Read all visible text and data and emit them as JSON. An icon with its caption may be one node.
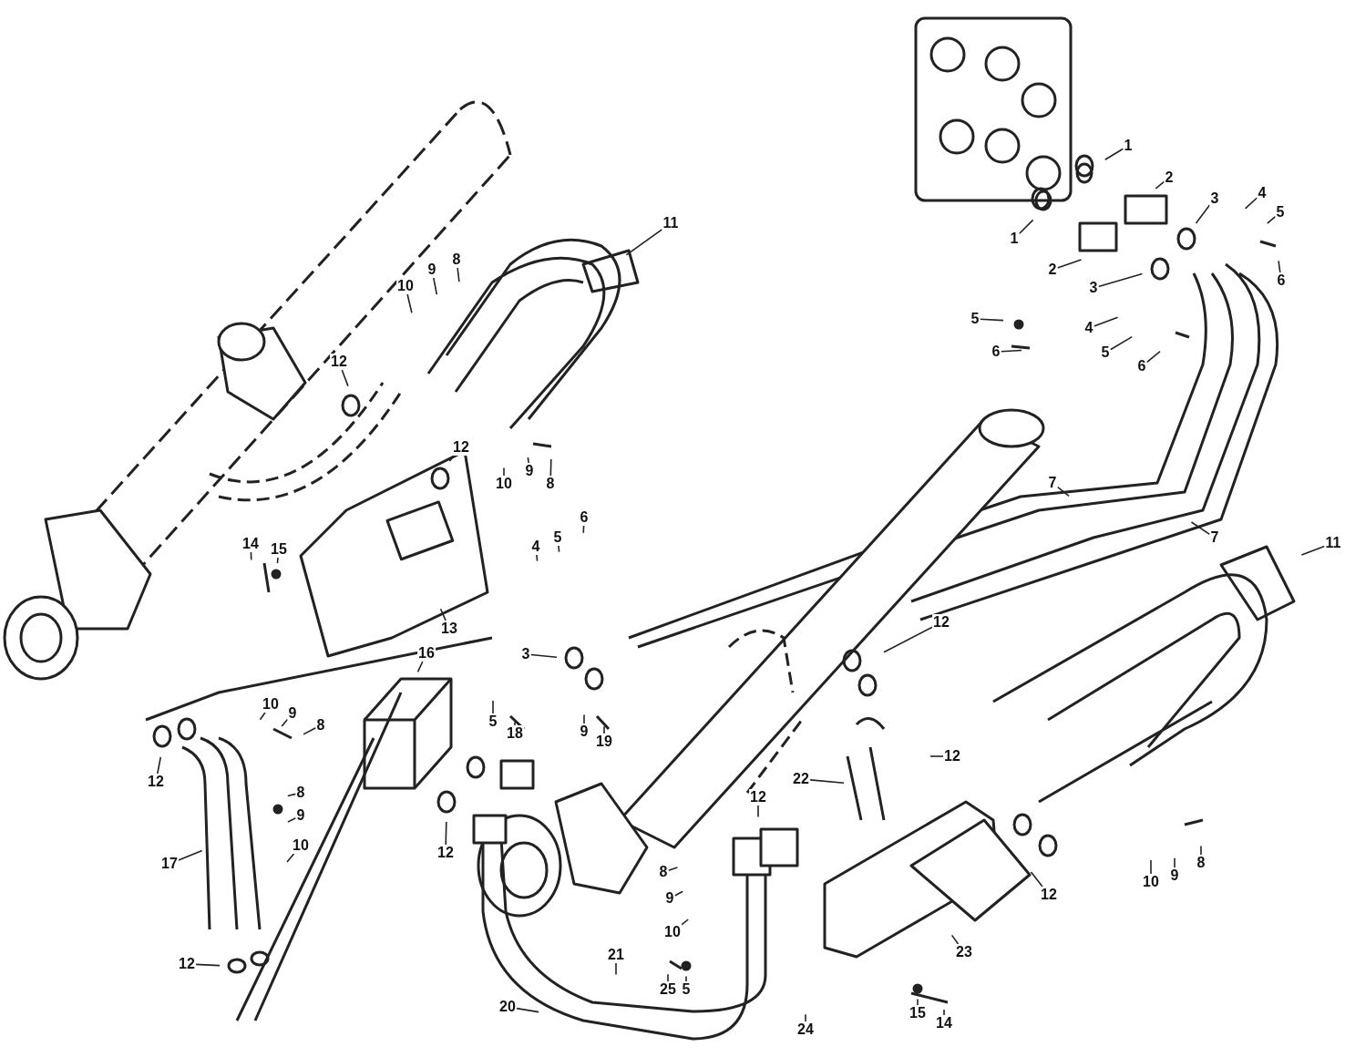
{
  "diagram": {
    "nodes": [
      {
        "text": [
          "1"
        ]
      },
      {
        "text": [
          "1"
        ]
      },
      {
        "text": [
          "2"
        ]
      },
      {
        "text": [
          "2"
        ]
      },
      {
        "text": [
          "3"
        ]
      },
      {
        "text": [
          "3"
        ]
      },
      {
        "text": [
          "4"
        ]
      },
      {
        "text": [
          "4"
        ]
      },
      {
        "text": [
          "5"
        ]
      },
      {
        "text": [
          "5"
        ]
      },
      {
        "text": [
          "5"
        ]
      },
      {
        "text": [
          "6"
        ]
      },
      {
        "text": [
          "6"
        ]
      },
      {
        "text": [
          "6"
        ]
      },
      {
        "text": [
          "7"
        ]
      },
      {
        "text": [
          "7"
        ]
      },
      {
        "text": [
          "11"
        ]
      },
      {
        "text": [
          "11"
        ]
      },
      {
        "text": [
          "8"
        ]
      },
      {
        "text": [
          "9"
        ]
      },
      {
        "text": [
          "10"
        ]
      },
      {
        "text": [
          "12"
        ]
      },
      {
        "text": [
          "12"
        ]
      },
      {
        "text": [
          "10"
        ]
      },
      {
        "text": [
          "9"
        ]
      },
      {
        "text": [
          "8"
        ]
      },
      {
        "text": [
          "14"
        ]
      },
      {
        "text": [
          "15"
        ]
      },
      {
        "text": [
          "13"
        ]
      },
      {
        "text": [
          "4"
        ]
      },
      {
        "text": [
          "5"
        ]
      },
      {
        "text": [
          "6"
        ]
      },
      {
        "text": [
          "3"
        ]
      },
      {
        "text": [
          "12"
        ]
      },
      {
        "text": [
          "16"
        ]
      },
      {
        "text": [
          "5"
        ]
      },
      {
        "text": [
          "18"
        ]
      },
      {
        "text": [
          "9"
        ]
      },
      {
        "text": [
          "19"
        ]
      },
      {
        "text": [
          "10"
        ]
      },
      {
        "text": [
          "9"
        ]
      },
      {
        "text": [
          "8"
        ]
      },
      {
        "text": [
          "12"
        ]
      },
      {
        "text": [
          "8"
        ]
      },
      {
        "text": [
          "9"
        ]
      },
      {
        "text": [
          "10"
        ]
      },
      {
        "text": [
          "17"
        ]
      },
      {
        "text": [
          "12"
        ]
      },
      {
        "text": [
          "12"
        ]
      },
      {
        "text": [
          "22"
        ]
      },
      {
        "text": [
          "12"
        ]
      },
      {
        "text": [
          "12"
        ]
      },
      {
        "text": [
          "8"
        ]
      },
      {
        "text": [
          "9"
        ]
      },
      {
        "text": [
          "10"
        ]
      },
      {
        "text": [
          "8"
        ]
      },
      {
        "text": [
          "9"
        ]
      },
      {
        "text": [
          "10"
        ]
      },
      {
        "text": [
          "12"
        ]
      },
      {
        "text": [
          "23"
        ]
      },
      {
        "text": [
          "21"
        ]
      },
      {
        "text": [
          "20"
        ]
      },
      {
        "text": [
          "25"
        ]
      },
      {
        "text": [
          "5"
        ]
      },
      {
        "text": [
          "24"
        ]
      },
      {
        "text": [
          "15"
        ]
      },
      {
        "text": [
          "14"
        ]
      }
    ],
    "edges": [
      {
        "from": 0,
        "to": null,
        "arrow": "none"
      },
      {
        "from": 1,
        "to": null,
        "arrow": "none"
      },
      {
        "from": 2,
        "to": null,
        "arrow": "none"
      },
      {
        "from": 3,
        "to": null,
        "arrow": "none"
      },
      {
        "from": 4,
        "to": null,
        "arrow": "none"
      },
      {
        "from": 5,
        "to": null,
        "arrow": "none"
      },
      {
        "from": 6,
        "to": null,
        "arrow": "none"
      },
      {
        "from": 7,
        "to": null,
        "arrow": "none"
      },
      {
        "from": 8,
        "to": null,
        "arrow": "none"
      },
      {
        "from": 9,
        "to": null,
        "arrow": "none"
      },
      {
        "from": 10,
        "to": null,
        "arrow": "none"
      },
      {
        "from": 11,
        "to": null,
        "arrow": "none"
      },
      {
        "from": 12,
        "to": null,
        "arrow": "none"
      },
      {
        "from": 13,
        "to": null,
        "arrow": "none"
      },
      {
        "from": 14,
        "to": null,
        "arrow": "none"
      },
      {
        "from": 15,
        "to": null,
        "arrow": "none"
      },
      {
        "from": 16,
        "to": null,
        "arrow": "none"
      },
      {
        "from": 17,
        "to": null,
        "arrow": "none"
      },
      {
        "from": 18,
        "to": null,
        "arrow": "none"
      },
      {
        "from": 19,
        "to": null,
        "arrow": "none"
      },
      {
        "from": 20,
        "to": null,
        "arrow": "none"
      },
      {
        "from": 21,
        "to": null,
        "arrow": "none"
      },
      {
        "from": 22,
        "to": null,
        "arrow": "none"
      },
      {
        "from": 23,
        "to": null,
        "arrow": "none"
      },
      {
        "from": 24,
        "to": null,
        "arrow": "none"
      },
      {
        "from": 25,
        "to": null,
        "arrow": "none"
      },
      {
        "from": 26,
        "to": null,
        "arrow": "none"
      },
      {
        "from": 27,
        "to": null,
        "arrow": "none"
      },
      {
        "from": 28,
        "to": null,
        "arrow": "none"
      },
      {
        "from": 29,
        "to": null,
        "arrow": "none"
      },
      {
        "from": 30,
        "to": null,
        "arrow": "none"
      },
      {
        "from": 31,
        "to": null,
        "arrow": "none"
      },
      {
        "from": 32,
        "to": null,
        "arrow": "none"
      },
      {
        "from": 33,
        "to": null,
        "arrow": "none"
      },
      {
        "from": 34,
        "to": null,
        "arrow": "none"
      },
      {
        "from": 35,
        "to": null,
        "arrow": "none"
      },
      {
        "from": 36,
        "to": null,
        "arrow": "none"
      },
      {
        "from": 37,
        "to": null,
        "arrow": "none"
      },
      {
        "from": 38,
        "to": null,
        "arrow": "none"
      },
      {
        "from": 39,
        "to": null,
        "arrow": "none"
      },
      {
        "from": 40,
        "to": null,
        "arrow": "none"
      },
      {
        "from": 41,
        "to": null,
        "arrow": "none"
      },
      {
        "from": 42,
        "to": null,
        "arrow": "none"
      },
      {
        "from": 43,
        "to": null,
        "arrow": "none"
      },
      {
        "from": 44,
        "to": null,
        "arrow": "none"
      },
      {
        "from": 45,
        "to": null,
        "arrow": "none"
      },
      {
        "from": 46,
        "to": null,
        "arrow": "none"
      },
      {
        "from": 47,
        "to": null,
        "arrow": "none"
      },
      {
        "from": 48,
        "to": null,
        "arrow": "none"
      },
      {
        "from": 49,
        "to": null,
        "arrow": "none"
      },
      {
        "from": 50,
        "to": null,
        "arrow": "none"
      },
      {
        "from": 51,
        "to": null,
        "arrow": "none"
      },
      {
        "from": 52,
        "to": null,
        "arrow": "none"
      },
      {
        "from": 53,
        "to": null,
        "arrow": "none"
      },
      {
        "from": 54,
        "to": null,
        "arrow": "none"
      },
      {
        "from": 55,
        "to": null,
        "arrow": "none"
      },
      {
        "from": 56,
        "to": null,
        "arrow": "none"
      },
      {
        "from": 57,
        "to": null,
        "arrow": "none"
      },
      {
        "from": 58,
        "to": null,
        "arrow": "none"
      },
      {
        "from": 59,
        "to": null,
        "arrow": "none"
      },
      {
        "from": 60,
        "to": null,
        "arrow": "none"
      },
      {
        "from": 61,
        "to": null,
        "arrow": "none"
      },
      {
        "from": 62,
        "to": null,
        "arrow": "none"
      },
      {
        "from": 63,
        "to": null,
        "arrow": "none"
      },
      {
        "from": 64,
        "to": null,
        "arrow": "none"
      },
      {
        "from": 65,
        "to": null,
        "arrow": "none"
      },
      {
        "from": 66,
        "to": null,
        "arrow": "none"
      }
    ]
  }
}
